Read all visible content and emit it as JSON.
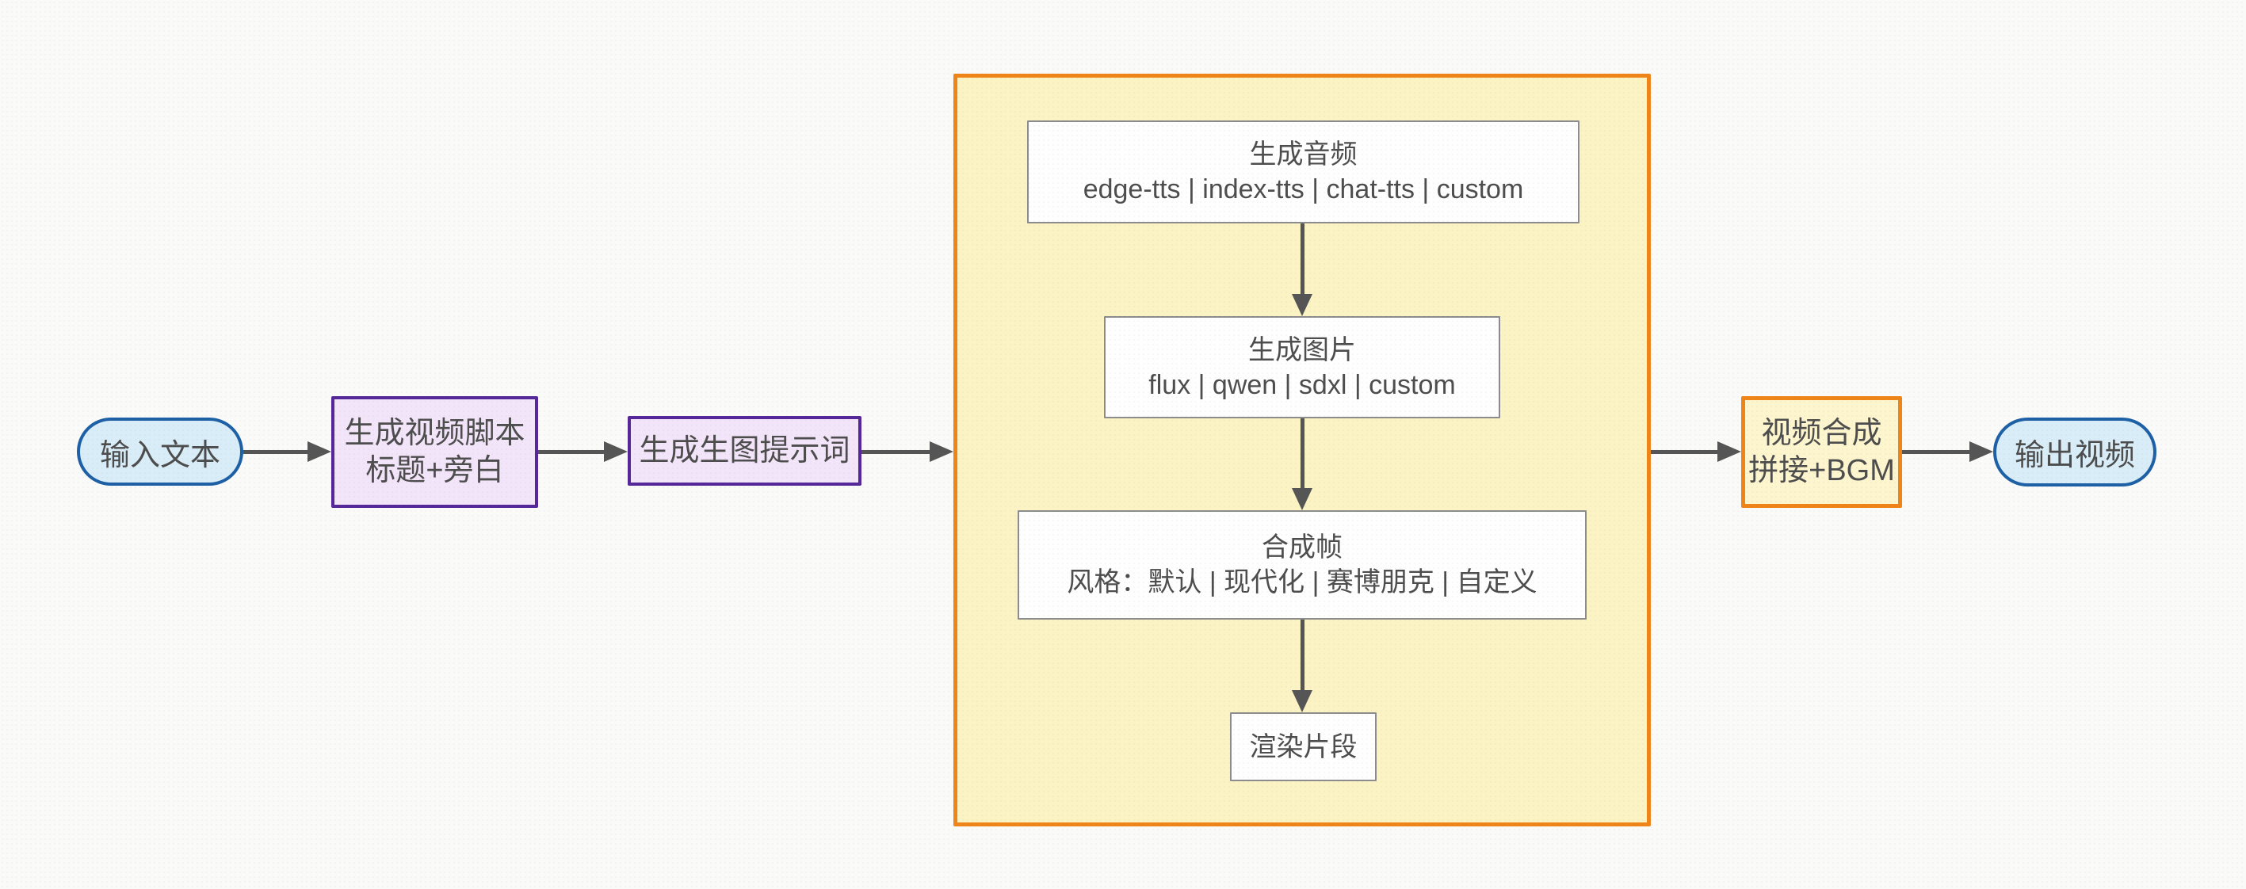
{
  "nodes": {
    "input": {
      "label": "输入文本"
    },
    "script": {
      "line1": "生成视频脚本",
      "line2": "标题+旁白"
    },
    "prompt": {
      "label": "生成生图提示词"
    },
    "audio": {
      "title": "生成音频",
      "options": "edge-tts | index-tts | chat-tts | custom"
    },
    "image": {
      "title": "生成图片",
      "options": "flux | qwen | sdxl | custom"
    },
    "frame": {
      "title": "合成帧",
      "options": "风格：默认 | 现代化 | 赛博朋克 | 自定义"
    },
    "render": {
      "label": "渲染片段"
    },
    "compose": {
      "line1": "视频合成",
      "line2": "拼接+BGM"
    },
    "output": {
      "label": "输出视频"
    }
  },
  "colors": {
    "page_bg": "#fafaf9",
    "arrow": "#555555",
    "text": "#4d4d4d",
    "blue_fill": "#d9edf8",
    "blue_border": "#1d60a5",
    "purple_fill": "#f3e5f9",
    "purple_border": "#552799",
    "yellow_fill": "#fbf3c4",
    "orange_border": "#ef8418",
    "compose_fill": "#fcf5cd",
    "white_fill": "#fefefe",
    "gray_border": "#8c8c8c"
  }
}
